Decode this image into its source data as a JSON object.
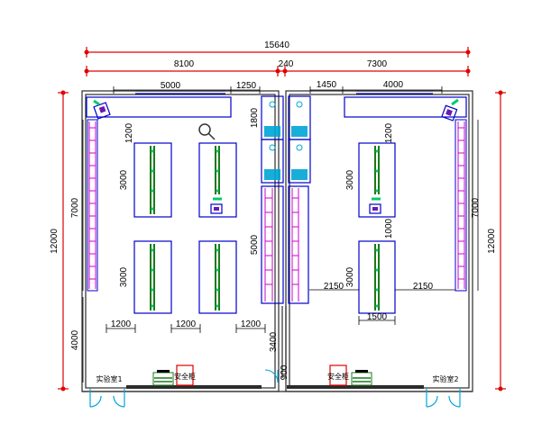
{
  "colors": {
    "wall": "#2b2b2b",
    "bench": "#0000cc",
    "shelf": "#cc00cc",
    "dim_red": "#e00000",
    "dim_black": "#000000",
    "reagent": "#1a7a1a",
    "fume_hood": "#00a6d6",
    "eyewash": "#6a1ab0",
    "door": "#00a6d6",
    "cabinet_red": "#e00000",
    "accent_green": "#00cc66"
  },
  "dimensions": {
    "total_width": "15640",
    "left_room_width": "8100",
    "wall_gap": "240",
    "right_room_width": "7300",
    "left_height": "12000",
    "right_height": "12000",
    "left_top_bench": "5000",
    "left_top_window": "1250",
    "right_top_offset": "1450",
    "right_top_bench": "4000",
    "left_shelf_length": "7000",
    "right_shelf_length": "7000",
    "left_bottom_gap": "4000",
    "left_island_top": "1200",
    "left_island_len_1": "3000",
    "left_island_len_2": "3000",
    "left_spacing_1": "1200",
    "left_spacing_2": "1200",
    "left_spacing_3": "1200",
    "center_hood_1": "1800",
    "center_shelf_len": "5000",
    "center_gap": "3400",
    "door_width": "900",
    "right_island_top": "1200",
    "right_island_len_1": "3000",
    "right_island_len_2": "3000",
    "right_island_gap": "1000",
    "right_side_1": "2150",
    "right_side_2": "2150",
    "right_island_width": "1500"
  },
  "labels": {
    "lab1": "实验室1",
    "lab2": "实验室2",
    "safety_cabinet_1": "安全柜",
    "safety_cabinet_2": "安全柜"
  }
}
